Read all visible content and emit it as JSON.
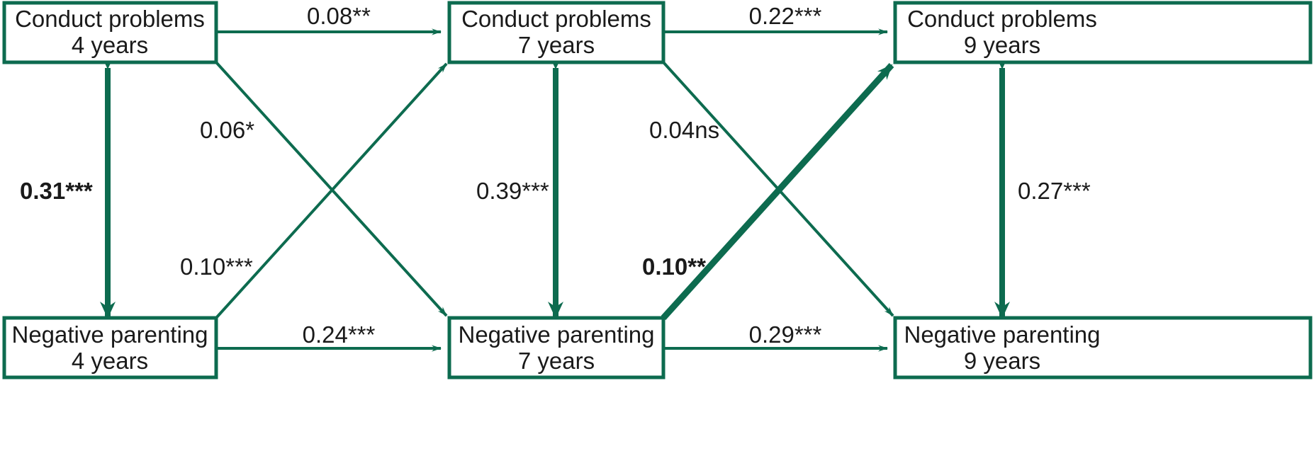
{
  "figure": {
    "type": "path-diagram",
    "title": "Cross-lagged panel model of conduct problems and negative parenting",
    "accent_color": "#0d6b4f",
    "text_color": "#1a1a1a",
    "background": "#ffffff"
  },
  "nodes": [
    {
      "id": "cp4",
      "line1": "Conduct problems",
      "line2": "4 years",
      "row": "top",
      "wave": "4 years"
    },
    {
      "id": "cp7",
      "line1": "Conduct problems",
      "line2": "7 years",
      "row": "top",
      "wave": "7 years"
    },
    {
      "id": "cp9",
      "line1": "Conduct problems",
      "line2": "9 years",
      "row": "top",
      "wave": "9 years"
    },
    {
      "id": "np4",
      "line1": "Negative parenting",
      "line2": "4 years",
      "row": "bottom",
      "wave": "4 years"
    },
    {
      "id": "np7",
      "line1": "Negative parenting",
      "line2": "7 years",
      "row": "bottom",
      "wave": "7 years"
    },
    {
      "id": "np9",
      "line1": "Negative parenting",
      "line2": "9 years",
      "row": "bottom",
      "wave": "9 years"
    }
  ],
  "paths": [
    {
      "id": "cp4_cp7",
      "from": "cp4",
      "to": "cp7",
      "kind": "autoregressive",
      "coefficient": "0.08",
      "stars": "**",
      "ns": "",
      "bold": false,
      "emphasis": false
    },
    {
      "id": "cp7_cp9",
      "from": "cp7",
      "to": "cp9",
      "kind": "autoregressive",
      "coefficient": "0.22",
      "stars": "***",
      "ns": "",
      "bold": false,
      "emphasis": false
    },
    {
      "id": "np4_np7",
      "from": "np4",
      "to": "np7",
      "kind": "autoregressive",
      "coefficient": "0.24",
      "stars": "***",
      "ns": "",
      "bold": false,
      "emphasis": false
    },
    {
      "id": "np7_np9",
      "from": "np7",
      "to": "np9",
      "kind": "autoregressive",
      "coefficient": "0.29",
      "stars": "***",
      "ns": "",
      "bold": false,
      "emphasis": false
    },
    {
      "id": "cp4_np7",
      "from": "cp4",
      "to": "np7",
      "kind": "cross-lagged",
      "coefficient": "0.06",
      "stars": "*",
      "ns": "",
      "bold": false,
      "emphasis": false
    },
    {
      "id": "np4_cp7",
      "from": "np4",
      "to": "cp7",
      "kind": "cross-lagged",
      "coefficient": "0.10",
      "stars": "***",
      "ns": "",
      "bold": false,
      "emphasis": false
    },
    {
      "id": "cp7_np9",
      "from": "cp7",
      "to": "np9",
      "kind": "cross-lagged",
      "coefficient": "0.04",
      "stars": "",
      "ns": "ns",
      "bold": false,
      "emphasis": false
    },
    {
      "id": "np7_cp9",
      "from": "np7",
      "to": "cp9",
      "kind": "cross-lagged",
      "coefficient": "0.10",
      "stars": "**",
      "ns": "",
      "bold": true,
      "emphasis": true
    },
    {
      "id": "cp4_np4",
      "from": "cp4",
      "to": "np4",
      "kind": "correlation",
      "coefficient": "0.31",
      "stars": "***",
      "ns": "",
      "bold": true,
      "emphasis": false
    },
    {
      "id": "cp7_np7",
      "from": "cp7",
      "to": "np7",
      "kind": "correlation",
      "coefficient": "0.39",
      "stars": "***",
      "ns": "",
      "bold": false,
      "emphasis": false
    },
    {
      "id": "cp9_np9",
      "from": "cp9",
      "to": "np9",
      "kind": "correlation",
      "coefficient": "0.27",
      "stars": "***",
      "ns": "",
      "bold": false,
      "emphasis": false
    }
  ],
  "labels": {
    "cp4_cp7": "0.08**",
    "cp7_cp9": "0.22***",
    "np4_np7": "0.24***",
    "np7_np9": "0.29***",
    "cp4_np7": "0.06*",
    "np4_cp7": "0.10***",
    "cp7_np9_num": "0.04",
    "cp7_np9_ns": "ns",
    "np7_cp9": "0.10**",
    "cp4_np4": "0.31***",
    "cp7_np7": "0.39***",
    "cp9_np9": "0.27***"
  }
}
